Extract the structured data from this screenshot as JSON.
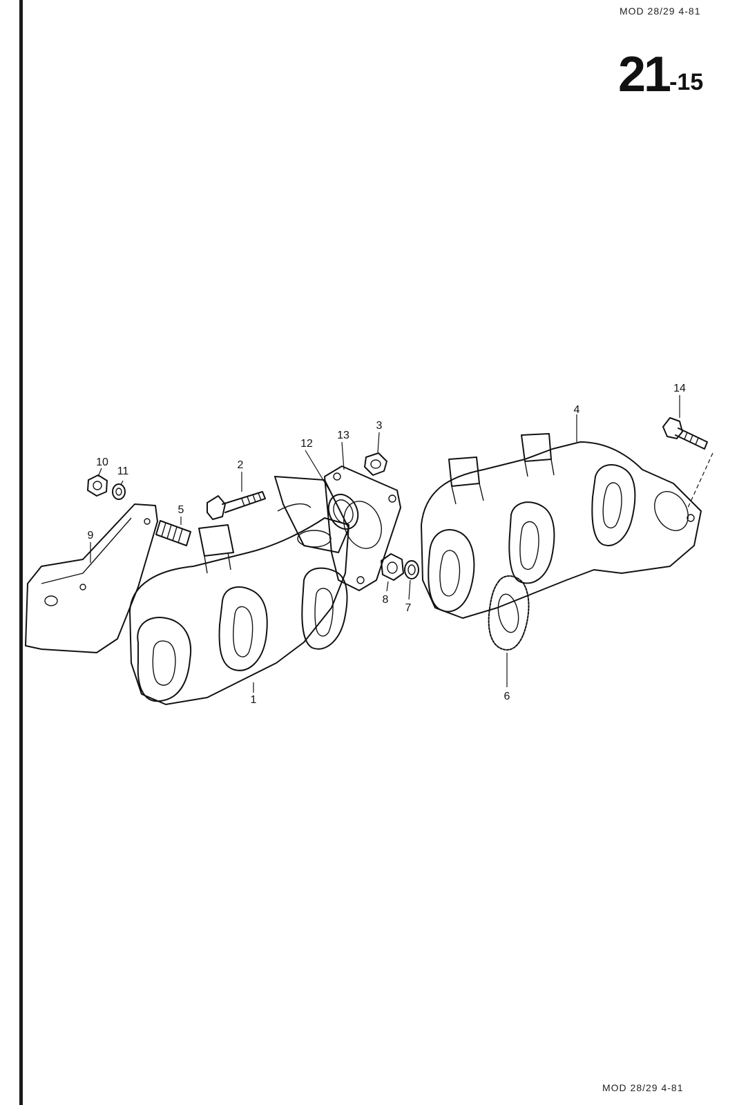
{
  "header": {
    "code": "MOD 28/29  4-81",
    "page_main": "21",
    "page_sub": "-15"
  },
  "footer": {
    "code": "MOD  28/29  4-81"
  },
  "callouts": {
    "c1": "1",
    "c2": "2",
    "c3": "3",
    "c4": "4",
    "c5": "5",
    "c6": "6",
    "c7": "7",
    "c8": "8",
    "c9": "9",
    "c10": "10",
    "c11": "11",
    "c12": "12",
    "c13": "13",
    "c14": "14"
  }
}
